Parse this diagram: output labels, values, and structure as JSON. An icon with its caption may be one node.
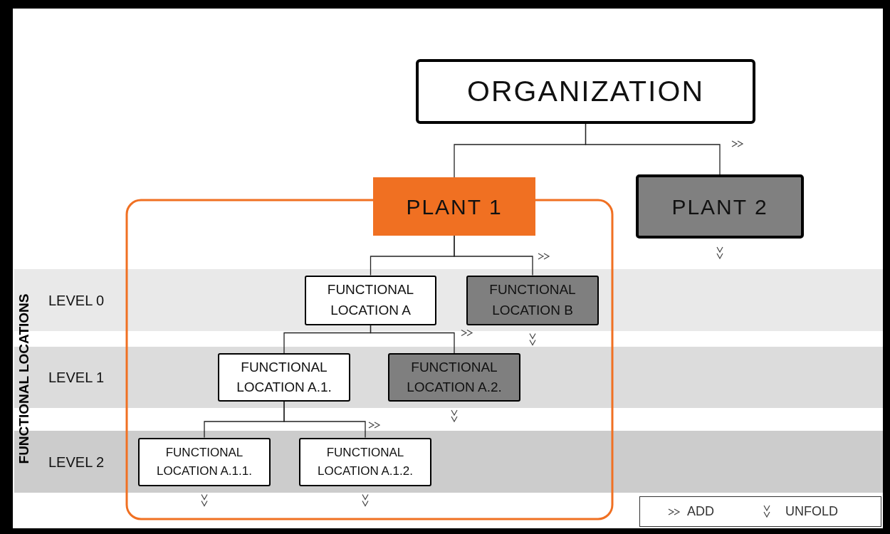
{
  "diagram": {
    "nodes": [
      {
        "text": [
          "ORGANIZATION"
        ]
      },
      {
        "text": [
          "PLANT 1"
        ]
      },
      {
        "text": [
          "PLANT 2"
        ]
      },
      {
        "text": [
          "LEVEL 0"
        ]
      },
      {
        "text": [
          "FUNCTIONAL LOCATION A"
        ],
        "in": 3
      },
      {
        "text": [
          "FUNCTIONAL LOCATION B"
        ],
        "in": 3
      },
      {
        "text": [
          "LEVEL 1"
        ]
      },
      {
        "text": [
          "FUNCTIONAL LOCATION A.1."
        ],
        "in": 6
      },
      {
        "text": [
          "FUNCTIONAL LOCATION A.2."
        ],
        "in": 6
      },
      {
        "text": [
          "LEVEL 2"
        ]
      },
      {
        "text": [
          "FUNCTIONAL LOCATION A.1.1."
        ],
        "in": 9
      },
      {
        "text": [
          "FUNCTIONAL LOCATION A.1.2."
        ],
        "in": 9
      }
    ],
    "edges": [
      {
        "from": 0,
        "to": 1,
        "arrow": "none"
      },
      {
        "from": 0,
        "to": 2,
        "arrow": "none"
      },
      {
        "from": 1,
        "to": 4,
        "arrow": "none"
      },
      {
        "from": 1,
        "to": 5,
        "arrow": "none"
      },
      {
        "from": 4,
        "to": 7,
        "arrow": "none"
      },
      {
        "from": 4,
        "to": 8,
        "arrow": "none"
      },
      {
        "from": 7,
        "to": 10,
        "arrow": "none"
      },
      {
        "from": 7,
        "to": 11,
        "arrow": "none"
      }
    ],
    "labels": [
      "FUNCTIONAL LOCATIONS"
    ],
    "legend": [
      {
        "text": "ADD"
      },
      {
        "text": "UNFOLD"
      }
    ]
  }
}
